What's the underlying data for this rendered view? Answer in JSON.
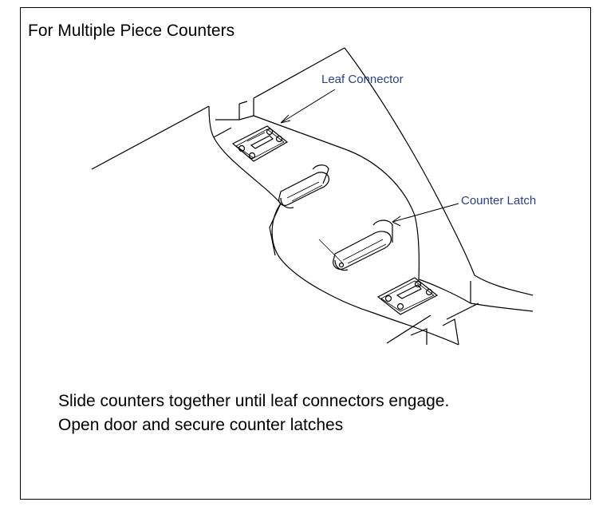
{
  "diagram": {
    "title": "For Multiple Piece Counters",
    "labels": {
      "leaf_connector": "Leaf Connector",
      "counter_latch": "Counter Latch"
    },
    "instructions": [
      "Slide counters together until leaf connectors engage.",
      "Open door and secure counter latches"
    ],
    "colors": {
      "line": "#000000",
      "label": "#2b3f8c",
      "frame": "#000000"
    }
  }
}
